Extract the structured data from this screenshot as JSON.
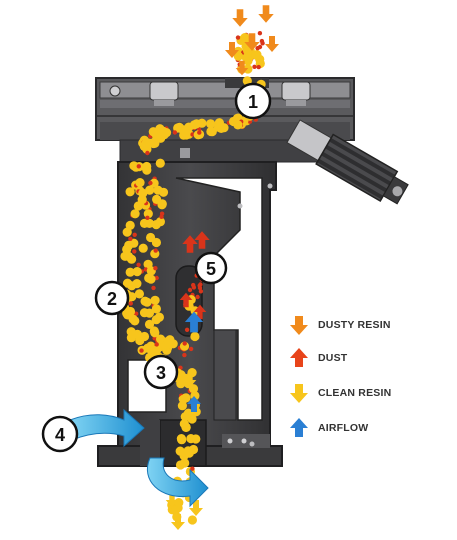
{
  "callouts": [
    {
      "id": "1",
      "label": "1"
    },
    {
      "id": "2",
      "label": "2"
    },
    {
      "id": "3",
      "label": "3"
    },
    {
      "id": "4",
      "label": "4"
    },
    {
      "id": "5",
      "label": "5"
    }
  ],
  "legend": [
    {
      "key": "dusty_resin",
      "label": "DUSTY RESIN",
      "color": "#f08a1c"
    },
    {
      "key": "dust",
      "label": "DUST",
      "color": "#e8441a"
    },
    {
      "key": "clean_resin",
      "label": "CLEAN RESIN",
      "color": "#f7c51c"
    },
    {
      "key": "airflow",
      "label": "AIRFLOW",
      "color": "#2a7fd4"
    }
  ],
  "colors": {
    "machine_dark": "#3e3e40",
    "machine_mid": "#6b6b6e",
    "machine_light": "#a9a9ad",
    "airflow_cyan": "#27a9e1",
    "pellet_yellow": "#f7c51c",
    "pellet_orange": "#f08a1c",
    "dust_red": "#d9341a"
  }
}
